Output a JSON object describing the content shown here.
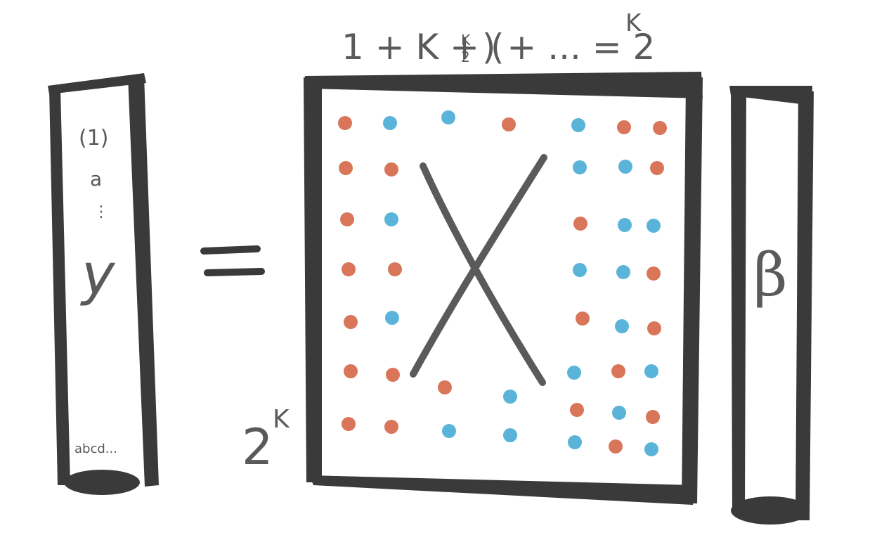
{
  "title_formula": {
    "part1": "1 + K + (",
    "binom_top": "K",
    "binom_bottom": "2",
    "part2": ") + ... = 2",
    "exponent": "K"
  },
  "y_vector": {
    "top_label": "(1)",
    "label_a": "a",
    "ellipsis": "⋮",
    "symbol": "y",
    "bottom_label": "abcd..."
  },
  "equals_sign": "=",
  "matrix": {
    "symbol": "X",
    "row_count_label": "2",
    "row_count_exponent": "K",
    "dot_colors": {
      "orange": "#d9765a",
      "blue": "#5ab4d9"
    }
  },
  "beta_vector": {
    "symbol": "β"
  },
  "colors": {
    "stroke_dark": "#3a3a3a",
    "text_gray": "#5a5a5a"
  }
}
